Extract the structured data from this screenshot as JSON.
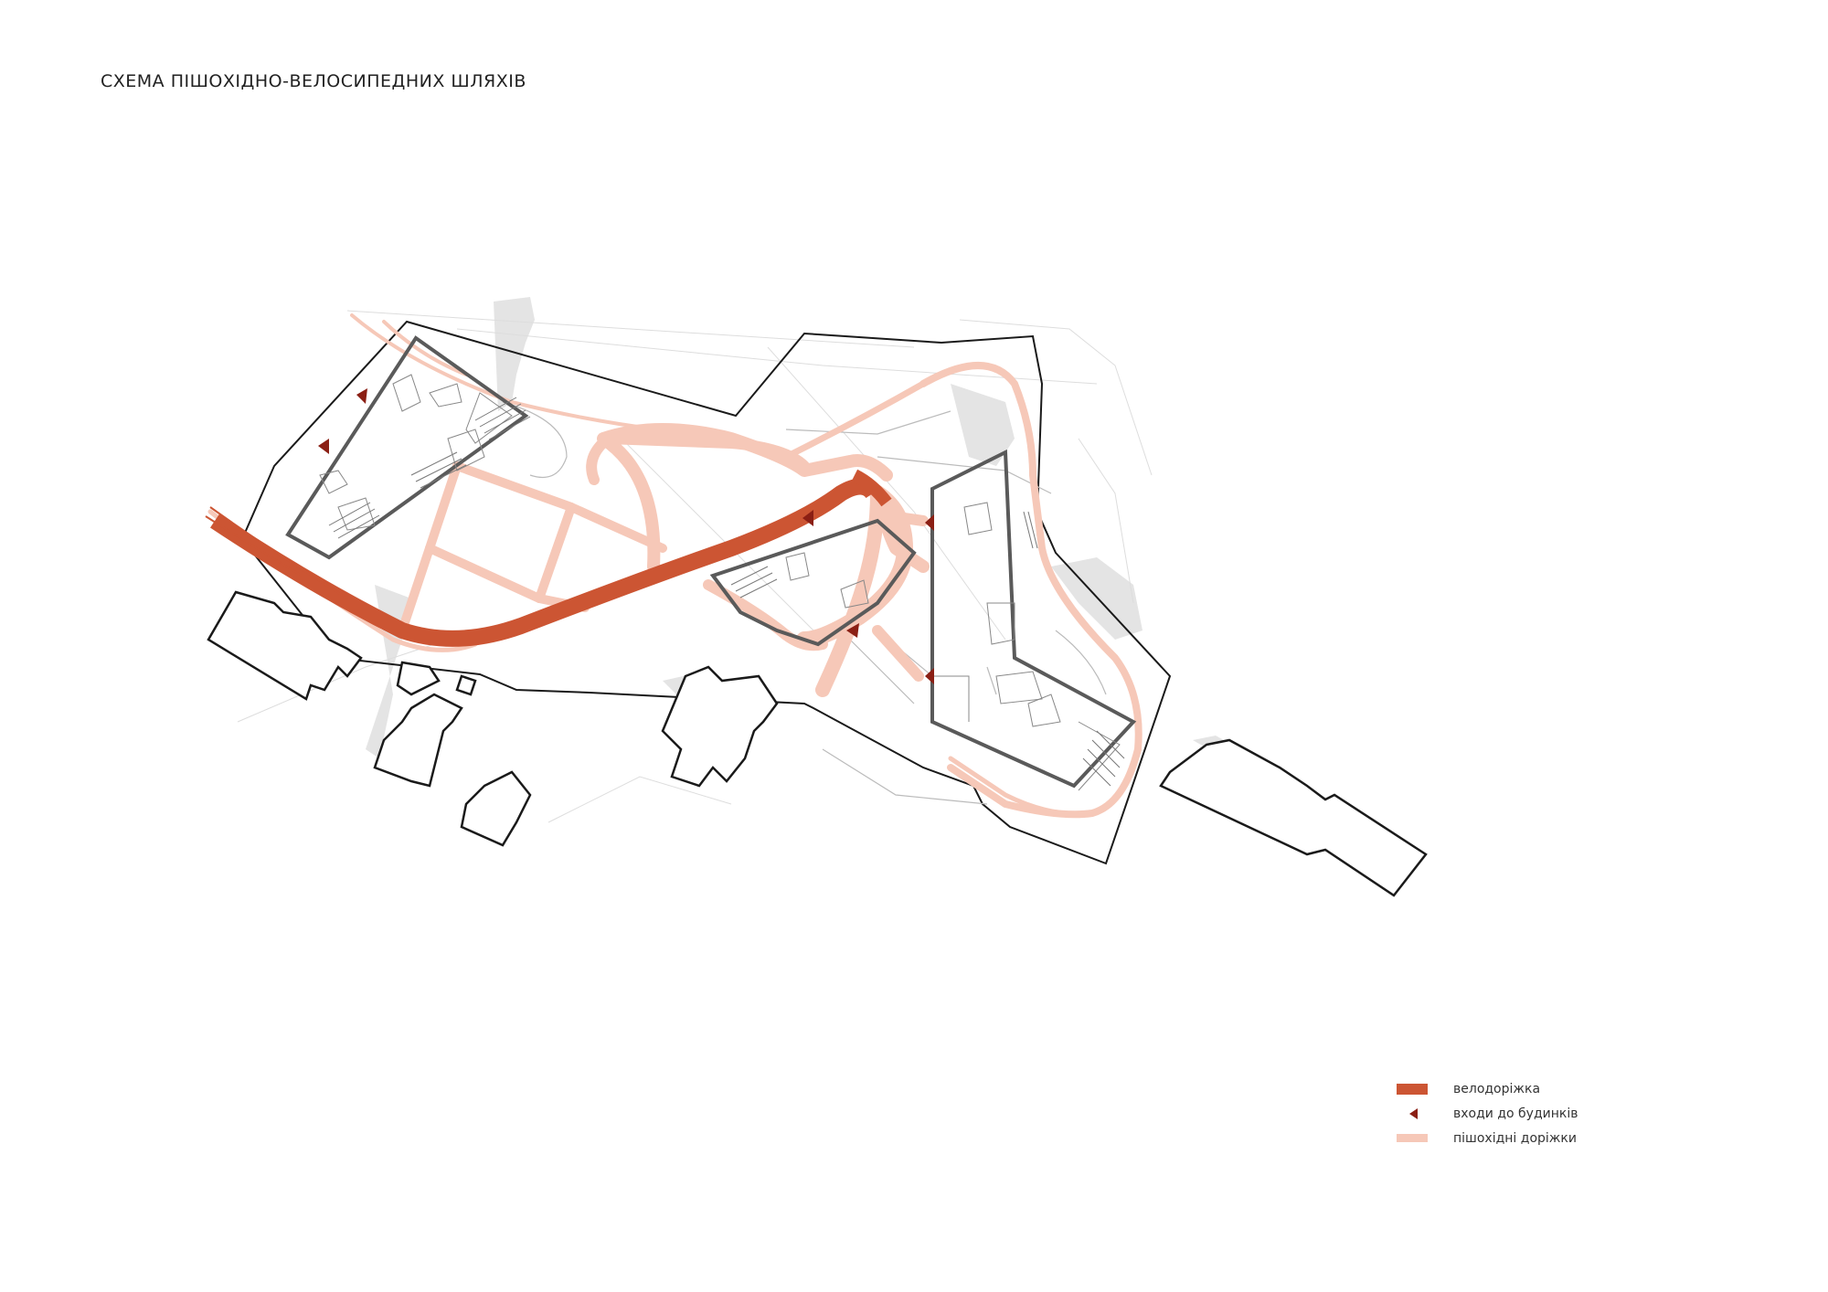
{
  "title": "СХЕМА ПІШОХІДНО-ВЕЛОСИПЕДНИХ ШЛЯХІВ",
  "legend": [
    {
      "key": "bike",
      "label": "велодоріжка",
      "color": "#cc5533"
    },
    {
      "key": "entrance",
      "label": "входи до будинків",
      "color": "#8b1f14"
    },
    {
      "key": "walk",
      "label": "пішохідні доріжки",
      "color": "#f6c8b8"
    }
  ],
  "colors": {
    "bike_path": "#cc5533",
    "pedestrian_path": "#f6c8b8",
    "entrance_marker": "#8b1f14",
    "building_outline": "#555555",
    "site_boundary": "#111111",
    "shadow": "#e2e2e2"
  }
}
